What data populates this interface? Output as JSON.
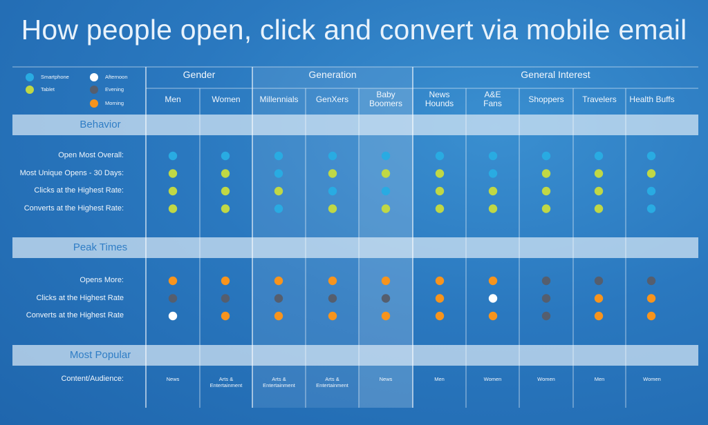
{
  "title": "How people open, click and convert via mobile email",
  "colors": {
    "smartphone": "#29abe2",
    "tablet": "#c0d845",
    "afternoon": "#ffffff",
    "evening": "#555e6e",
    "morning": "#f7941d",
    "background": "#2a78bf",
    "band": "#d7e8f5",
    "band_text": "#2f7dc5"
  },
  "legend": [
    {
      "key": "smartphone",
      "label": "Smartphone"
    },
    {
      "key": "tablet",
      "label": "Tablet"
    },
    {
      "key": "afternoon",
      "label": "Afternoon"
    },
    {
      "key": "evening",
      "label": "Evening"
    },
    {
      "key": "morning",
      "label": "Morning"
    }
  ],
  "groups": [
    "Gender",
    "Generation",
    "General Interest"
  ],
  "columns": [
    "Men",
    "Women",
    "Millennials",
    "GenXers",
    "Baby\nBoomers",
    "News\nHounds",
    "A&E\nFans",
    "Shoppers",
    "Travelers",
    "Health Buffs"
  ],
  "sections": [
    "Behavior",
    "Peak Times",
    "Most Popular"
  ],
  "chart_data": {
    "type": "table",
    "title": "How people open, click and convert via mobile email",
    "column_groups": [
      {
        "name": "Gender",
        "columns": [
          "Men",
          "Women"
        ]
      },
      {
        "name": "Generation",
        "columns": [
          "Millennials",
          "GenXers",
          "Baby Boomers"
        ]
      },
      {
        "name": "General Interest",
        "columns": [
          "News Hounds",
          "A&E Fans",
          "Shoppers",
          "Travelers",
          "Health Buffs"
        ]
      }
    ],
    "columns": [
      "Men",
      "Women",
      "Millennials",
      "GenXers",
      "Baby Boomers",
      "News Hounds",
      "A&E Fans",
      "Shoppers",
      "Travelers",
      "Health Buffs"
    ],
    "behavior": [
      {
        "label": "Open Most Overall:",
        "values": [
          "smartphone",
          "smartphone",
          "smartphone",
          "smartphone",
          "smartphone",
          "smartphone",
          "smartphone",
          "smartphone",
          "smartphone",
          "smartphone"
        ]
      },
      {
        "label": "Most Unique Opens - 30 Days:",
        "values": [
          "tablet",
          "tablet",
          "smartphone",
          "tablet",
          "tablet",
          "tablet",
          "smartphone",
          "tablet",
          "tablet",
          "tablet"
        ]
      },
      {
        "label": "Clicks at the Highest Rate:",
        "values": [
          "tablet",
          "tablet",
          "tablet",
          "smartphone",
          "smartphone",
          "tablet",
          "tablet",
          "tablet",
          "tablet",
          "smartphone"
        ]
      },
      {
        "label": "Converts at the Highest Rate:",
        "values": [
          "tablet",
          "tablet",
          "smartphone",
          "tablet",
          "tablet",
          "tablet",
          "tablet",
          "tablet",
          "tablet",
          "smartphone"
        ]
      }
    ],
    "peak_times": [
      {
        "label": "Opens More:",
        "values": [
          "morning",
          "morning",
          "morning",
          "morning",
          "morning",
          "morning",
          "morning",
          "evening",
          "evening",
          "evening"
        ]
      },
      {
        "label": "Clicks at the Highest Rate",
        "values": [
          "evening",
          "evening",
          "evening",
          "evening",
          "evening",
          "morning",
          "afternoon",
          "evening",
          "morning",
          "morning"
        ]
      },
      {
        "label": "Converts at the Highest Rate",
        "values": [
          "afternoon",
          "morning",
          "morning",
          "morning",
          "morning",
          "morning",
          "morning",
          "evening",
          "morning",
          "morning"
        ]
      }
    ],
    "most_popular": {
      "label": "Content/Audience:",
      "values": [
        "News",
        "Arts &\nEntertainment",
        "Arts &\nEntertainment",
        "Arts &\nEntertainment",
        "News",
        "Men",
        "Women",
        "Women",
        "Men",
        "Women"
      ]
    }
  }
}
